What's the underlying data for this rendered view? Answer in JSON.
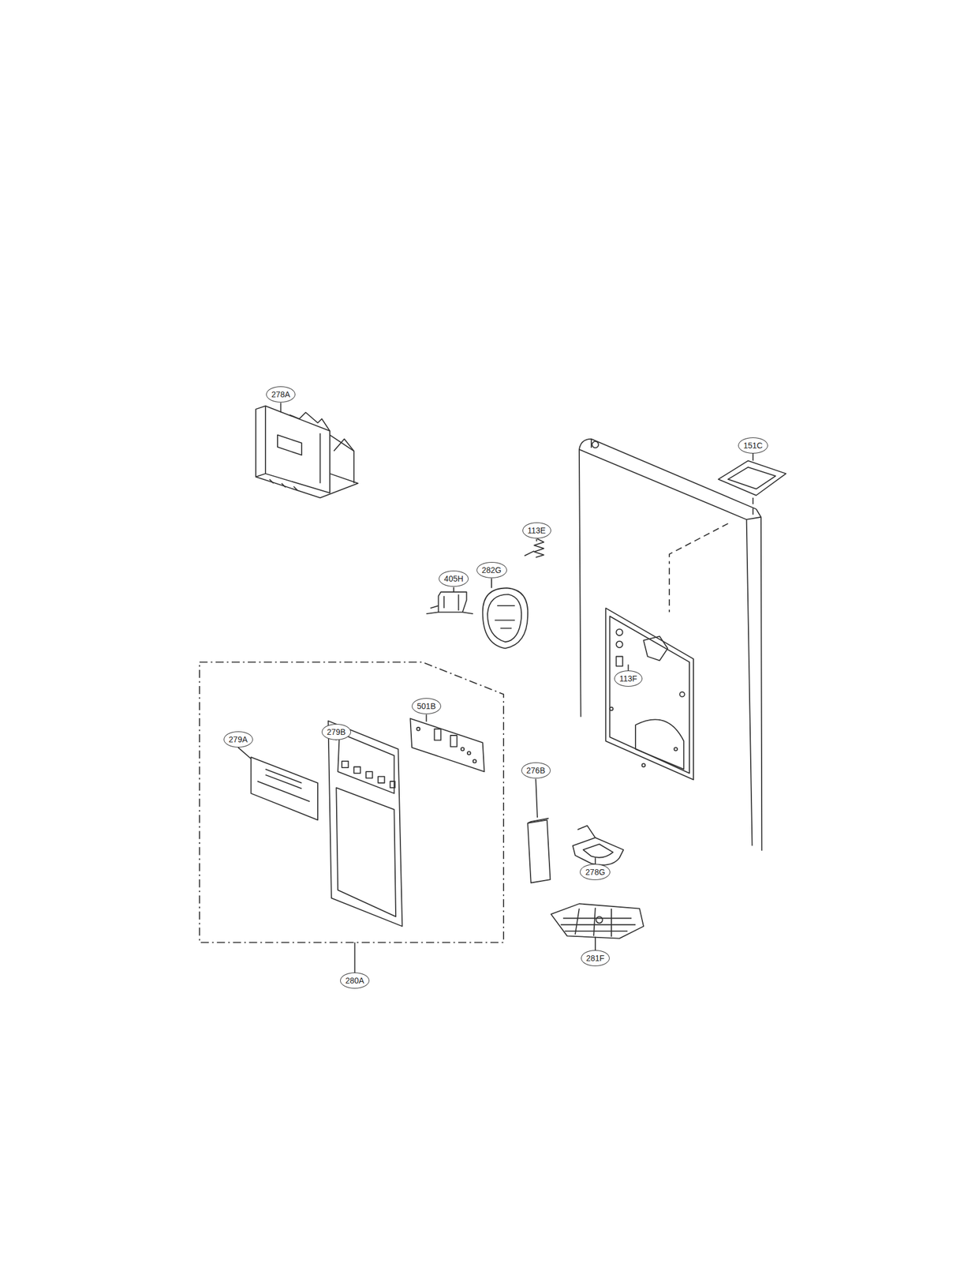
{
  "diagram": {
    "labels": [
      "278A",
      "151C",
      "113E",
      "405H",
      "282G",
      "113F",
      "501B",
      "279A",
      "279B",
      "276B",
      "278G",
      "281F",
      "280A"
    ]
  }
}
